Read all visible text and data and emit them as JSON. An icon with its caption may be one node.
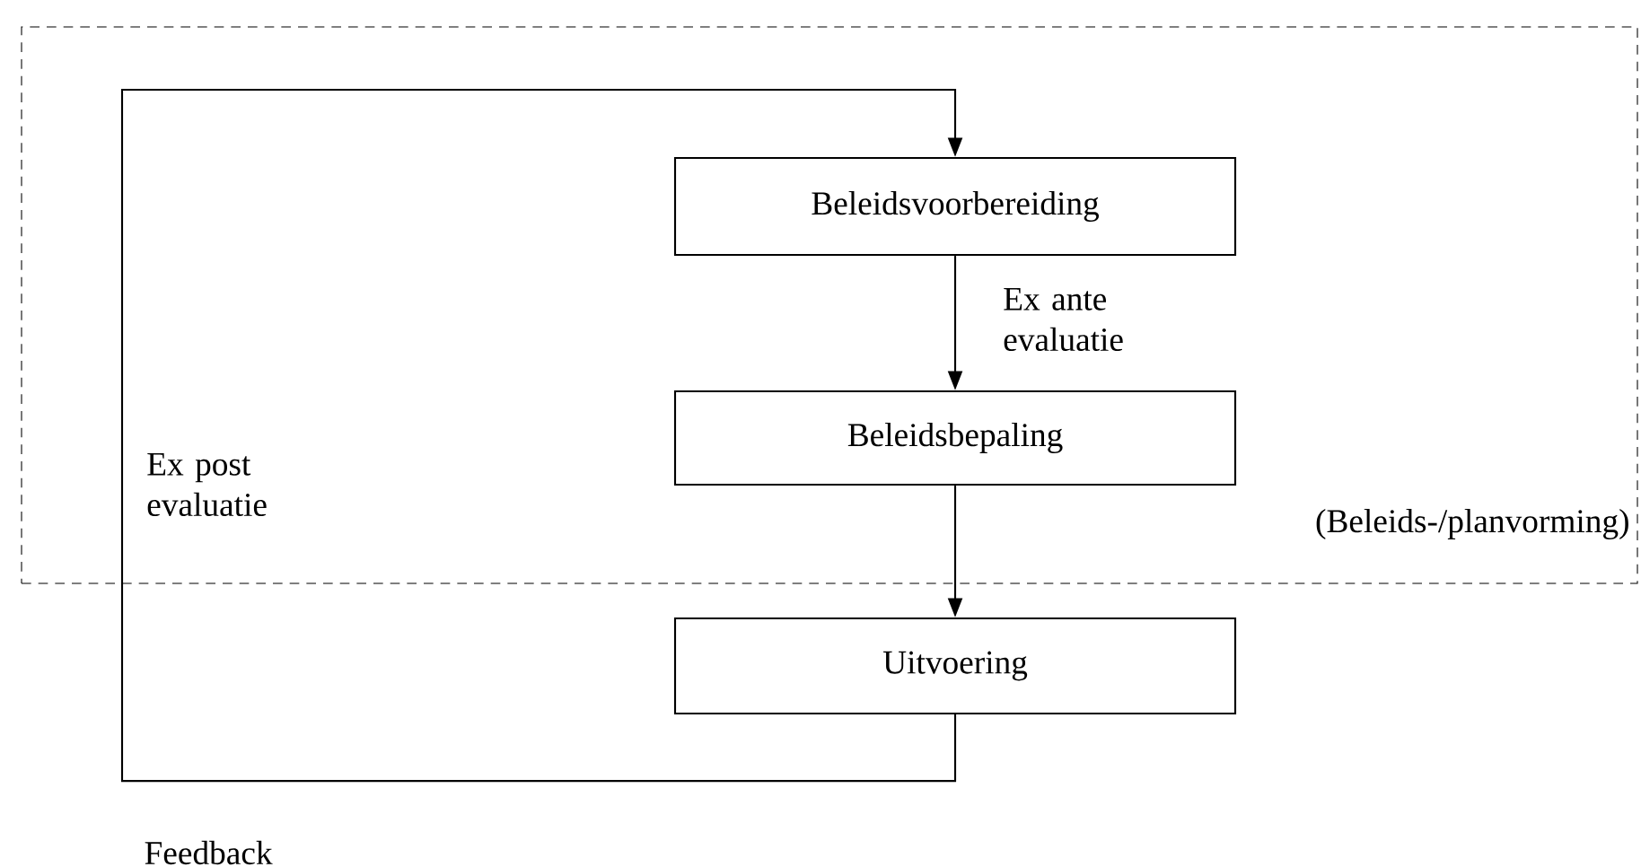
{
  "diagram": {
    "nodes": [
      {
        "text": [
          "(Beleids-/planvorming)"
        ]
      },
      {
        "text": [
          "Beleidsvoorbereiding"
        ],
        "in": 0
      },
      {
        "text": [
          "Beleidsbepaling"
        ],
        "in": 0
      },
      {
        "text": [
          "Uitvoering"
        ]
      }
    ],
    "edges": [
      {
        "from": 1,
        "to": 2,
        "arrow": "to",
        "label": "Ex ante evaluatie"
      },
      {
        "from": 2,
        "to": 3,
        "arrow": "to"
      },
      {
        "from": 3,
        "to": 1,
        "arrow": "to",
        "label": "Ex post evaluatie"
      }
    ],
    "labels": [
      "Feedback"
    ]
  }
}
